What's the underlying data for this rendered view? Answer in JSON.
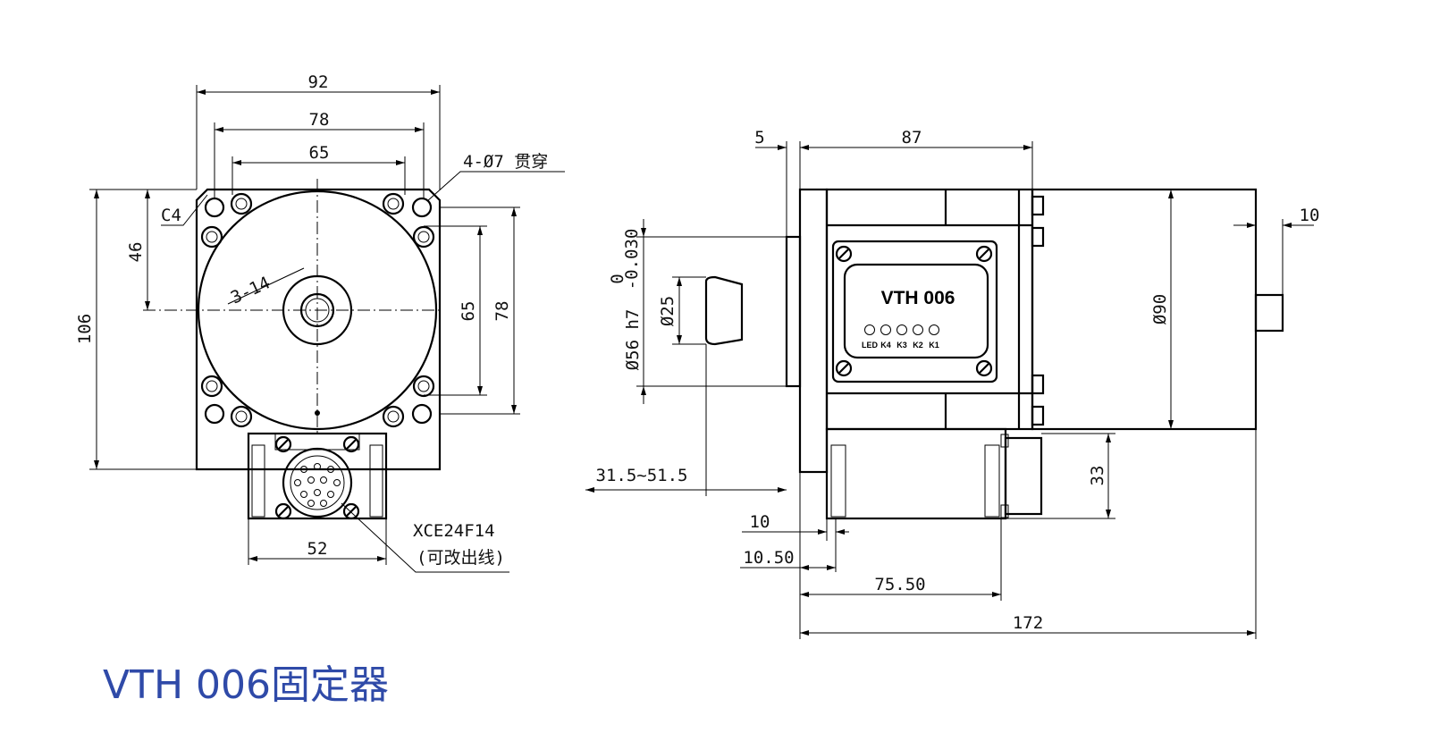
{
  "title": "VTH 006固定器",
  "front_view": {
    "dim_92": "92",
    "dim_78_top": "78",
    "dim_65_top": "65",
    "holes_note": "4-Ø7 贯穿",
    "chamfer": "C4",
    "dim_46": "46",
    "dim_106": "106",
    "thread_note": "3-14",
    "dim_65_right": "65",
    "dim_78_right": "78",
    "connector_model": "XCE24F14",
    "connector_note": "(可改出线)",
    "dim_52": "52"
  },
  "side_view": {
    "dim_5": "5",
    "dim_87": "87",
    "dim_10_rear": "10",
    "dim_d90": "Ø90",
    "dim_d56": "Ø56 h7",
    "tol_upper": "0",
    "tol_lower": "-0.030",
    "dim_d25": "Ø25",
    "dim_shaft_range": "31.5~51.5",
    "dim_33": "33",
    "dim_10": "10",
    "dim_10_50": "10.50",
    "dim_75_50": "75.50",
    "dim_172": "172",
    "label_model": "VTH 006",
    "led_labels": [
      "LED",
      "K4",
      "K3",
      "K2",
      "K1"
    ]
  }
}
